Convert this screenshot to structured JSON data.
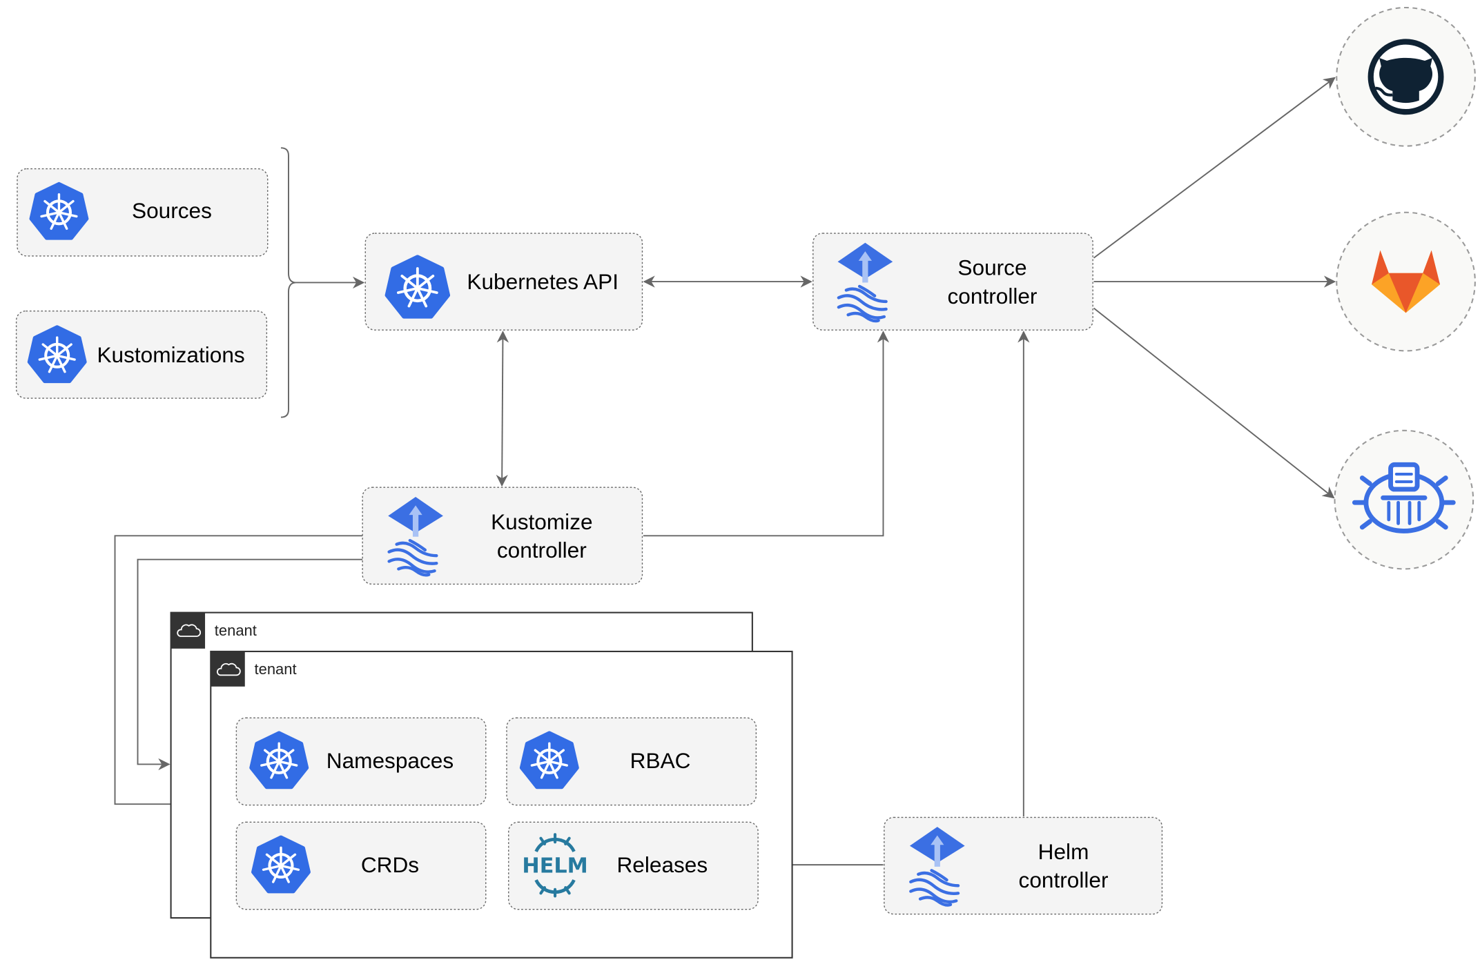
{
  "nodes": {
    "sources": "Sources",
    "kustomizations": "Kustomizations",
    "kubernetes_api": "Kubernetes API",
    "source_controller": [
      "Source",
      "controller"
    ],
    "kustomize_controller": [
      "Kustomize",
      "controller"
    ],
    "helm_controller": [
      "Helm",
      "controller"
    ],
    "namespaces": "Namespaces",
    "rbac": "RBAC",
    "crds": "CRDs",
    "releases": "Releases",
    "helm_logo_text": "HELM"
  },
  "tenants": [
    {
      "label": "tenant"
    },
    {
      "label": "tenant"
    }
  ],
  "external_sources": [
    "github-icon",
    "gitlab-icon",
    "bucket-icon"
  ],
  "colors": {
    "kubernetes_blue": "#326ce5",
    "flux_blue": "#3b6fe3",
    "helm_teal": "#277a9f",
    "github_dark": "#0f2233",
    "gitlab_orange": "#e9572a",
    "gitlab_yellow": "#fca326",
    "edge": "#666666",
    "tenant_header": "#333333"
  }
}
